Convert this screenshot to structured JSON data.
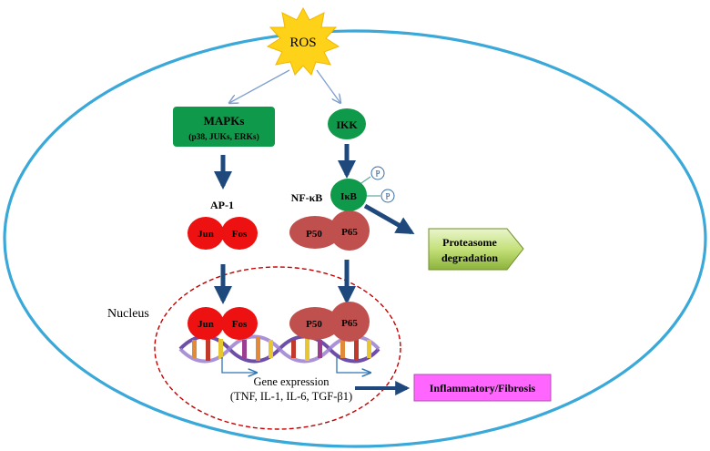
{
  "trigger": {
    "label": "ROS"
  },
  "mapk_pathway": {
    "box_title": "MAPKs",
    "box_subtitle": "(p38, JUKs, ERKs)",
    "ap1_label": "AP-1",
    "jun_label": "Jun",
    "fos_label": "Fos"
  },
  "nfkb_pathway": {
    "ikk_label": "IKK",
    "nfkb_label": "NF-κB",
    "ikb_label": "IκB",
    "phospho_label": "P",
    "p50_label": "P50",
    "p65_label": "P65",
    "degradation_line1": "Proteasome",
    "degradation_line2": "degradation"
  },
  "nucleus": {
    "label": "Nucleus",
    "jun_label": "Jun",
    "fos_label": "Fos",
    "p50_label": "P50",
    "p65_label": "P65",
    "gene_expression_line1": "Gene expression",
    "gene_expression_line2": "(TNF, IL-1, IL-6, TGF-β1)"
  },
  "outcome": {
    "label": "Inflammatory/Fibrosis"
  },
  "colors": {
    "cell_membrane": "#3aa8d8",
    "green_node": "#0e9a4a",
    "red_node": "#ee1111",
    "p_subunit": "#c0504d",
    "nucleus_border": "#c00000",
    "pathway_arrow": "#1f497d",
    "ros_star": "#ffd21a",
    "outcome_box": "#ff66ff"
  }
}
